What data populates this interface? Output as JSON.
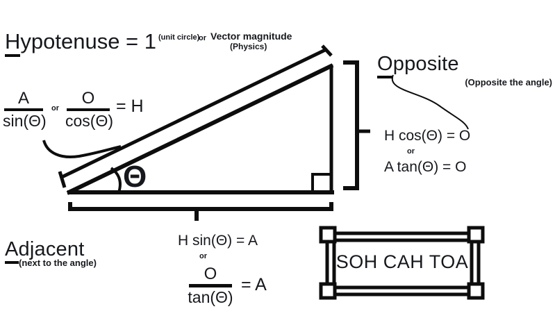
{
  "colors": {
    "ink": "#0d0d0d",
    "text": "#16181d",
    "background": "#ffffff"
  },
  "title": {
    "initial": "H",
    "rest": "ypotenuse = 1",
    "note_unit": "(unit circle)",
    "note_or": "or",
    "note_vector": "Vector magnitude",
    "note_physics": "(Physics)"
  },
  "hypotenuse_formulas": {
    "frac_a_num": "A",
    "frac_a_den": "sin(Θ)",
    "or": "or",
    "frac_o_num": "O",
    "frac_o_den": "cos(Θ)",
    "result": "= H"
  },
  "triangle": {
    "angle_symbol": "Θ"
  },
  "opposite": {
    "initial": "O",
    "rest": "pposite",
    "note": "(Opposite the angle)",
    "formula_1": "H cos(Θ) = O",
    "or": "or",
    "formula_2": "A tan(Θ) = O"
  },
  "adjacent": {
    "initial": "A",
    "rest": "djacent",
    "note": "(next to the angle)",
    "formula_1": "H sin(Θ) = A",
    "or": "or",
    "frac_num": "O",
    "frac_den": "tan(Θ)",
    "result": "= A"
  },
  "mnemonic": {
    "label": "SOH CAH TOA"
  }
}
